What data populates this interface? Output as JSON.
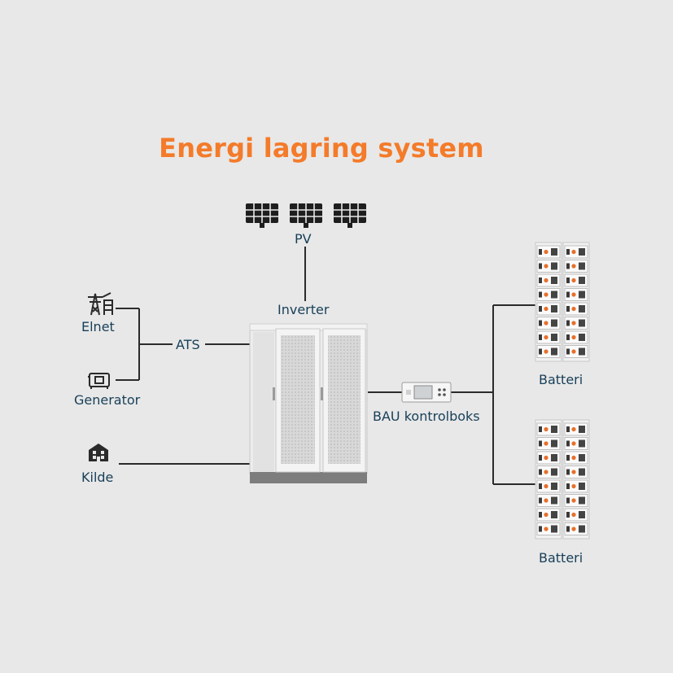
{
  "title": "Energi lagring system",
  "labels": {
    "pv": "PV",
    "inverter": "Inverter",
    "elnet": "Elnet",
    "ats": "ATS",
    "generator": "Generator",
    "kilde": "Kilde",
    "bau": "BAU kontrolboks",
    "batteri_top": "Batteri",
    "batteri_bottom": "Batteri"
  },
  "colors": {
    "background": "#e8e8e8",
    "title": "#f47b2a",
    "label": "#173f58",
    "wire": "#2b2b2b",
    "battery_accent": "#e8702a"
  },
  "icons": [
    "solar-panel-icon",
    "power-pylon-icon",
    "generator-icon",
    "building-icon",
    "inverter-cabinet",
    "bau-control-box",
    "battery-rack"
  ]
}
